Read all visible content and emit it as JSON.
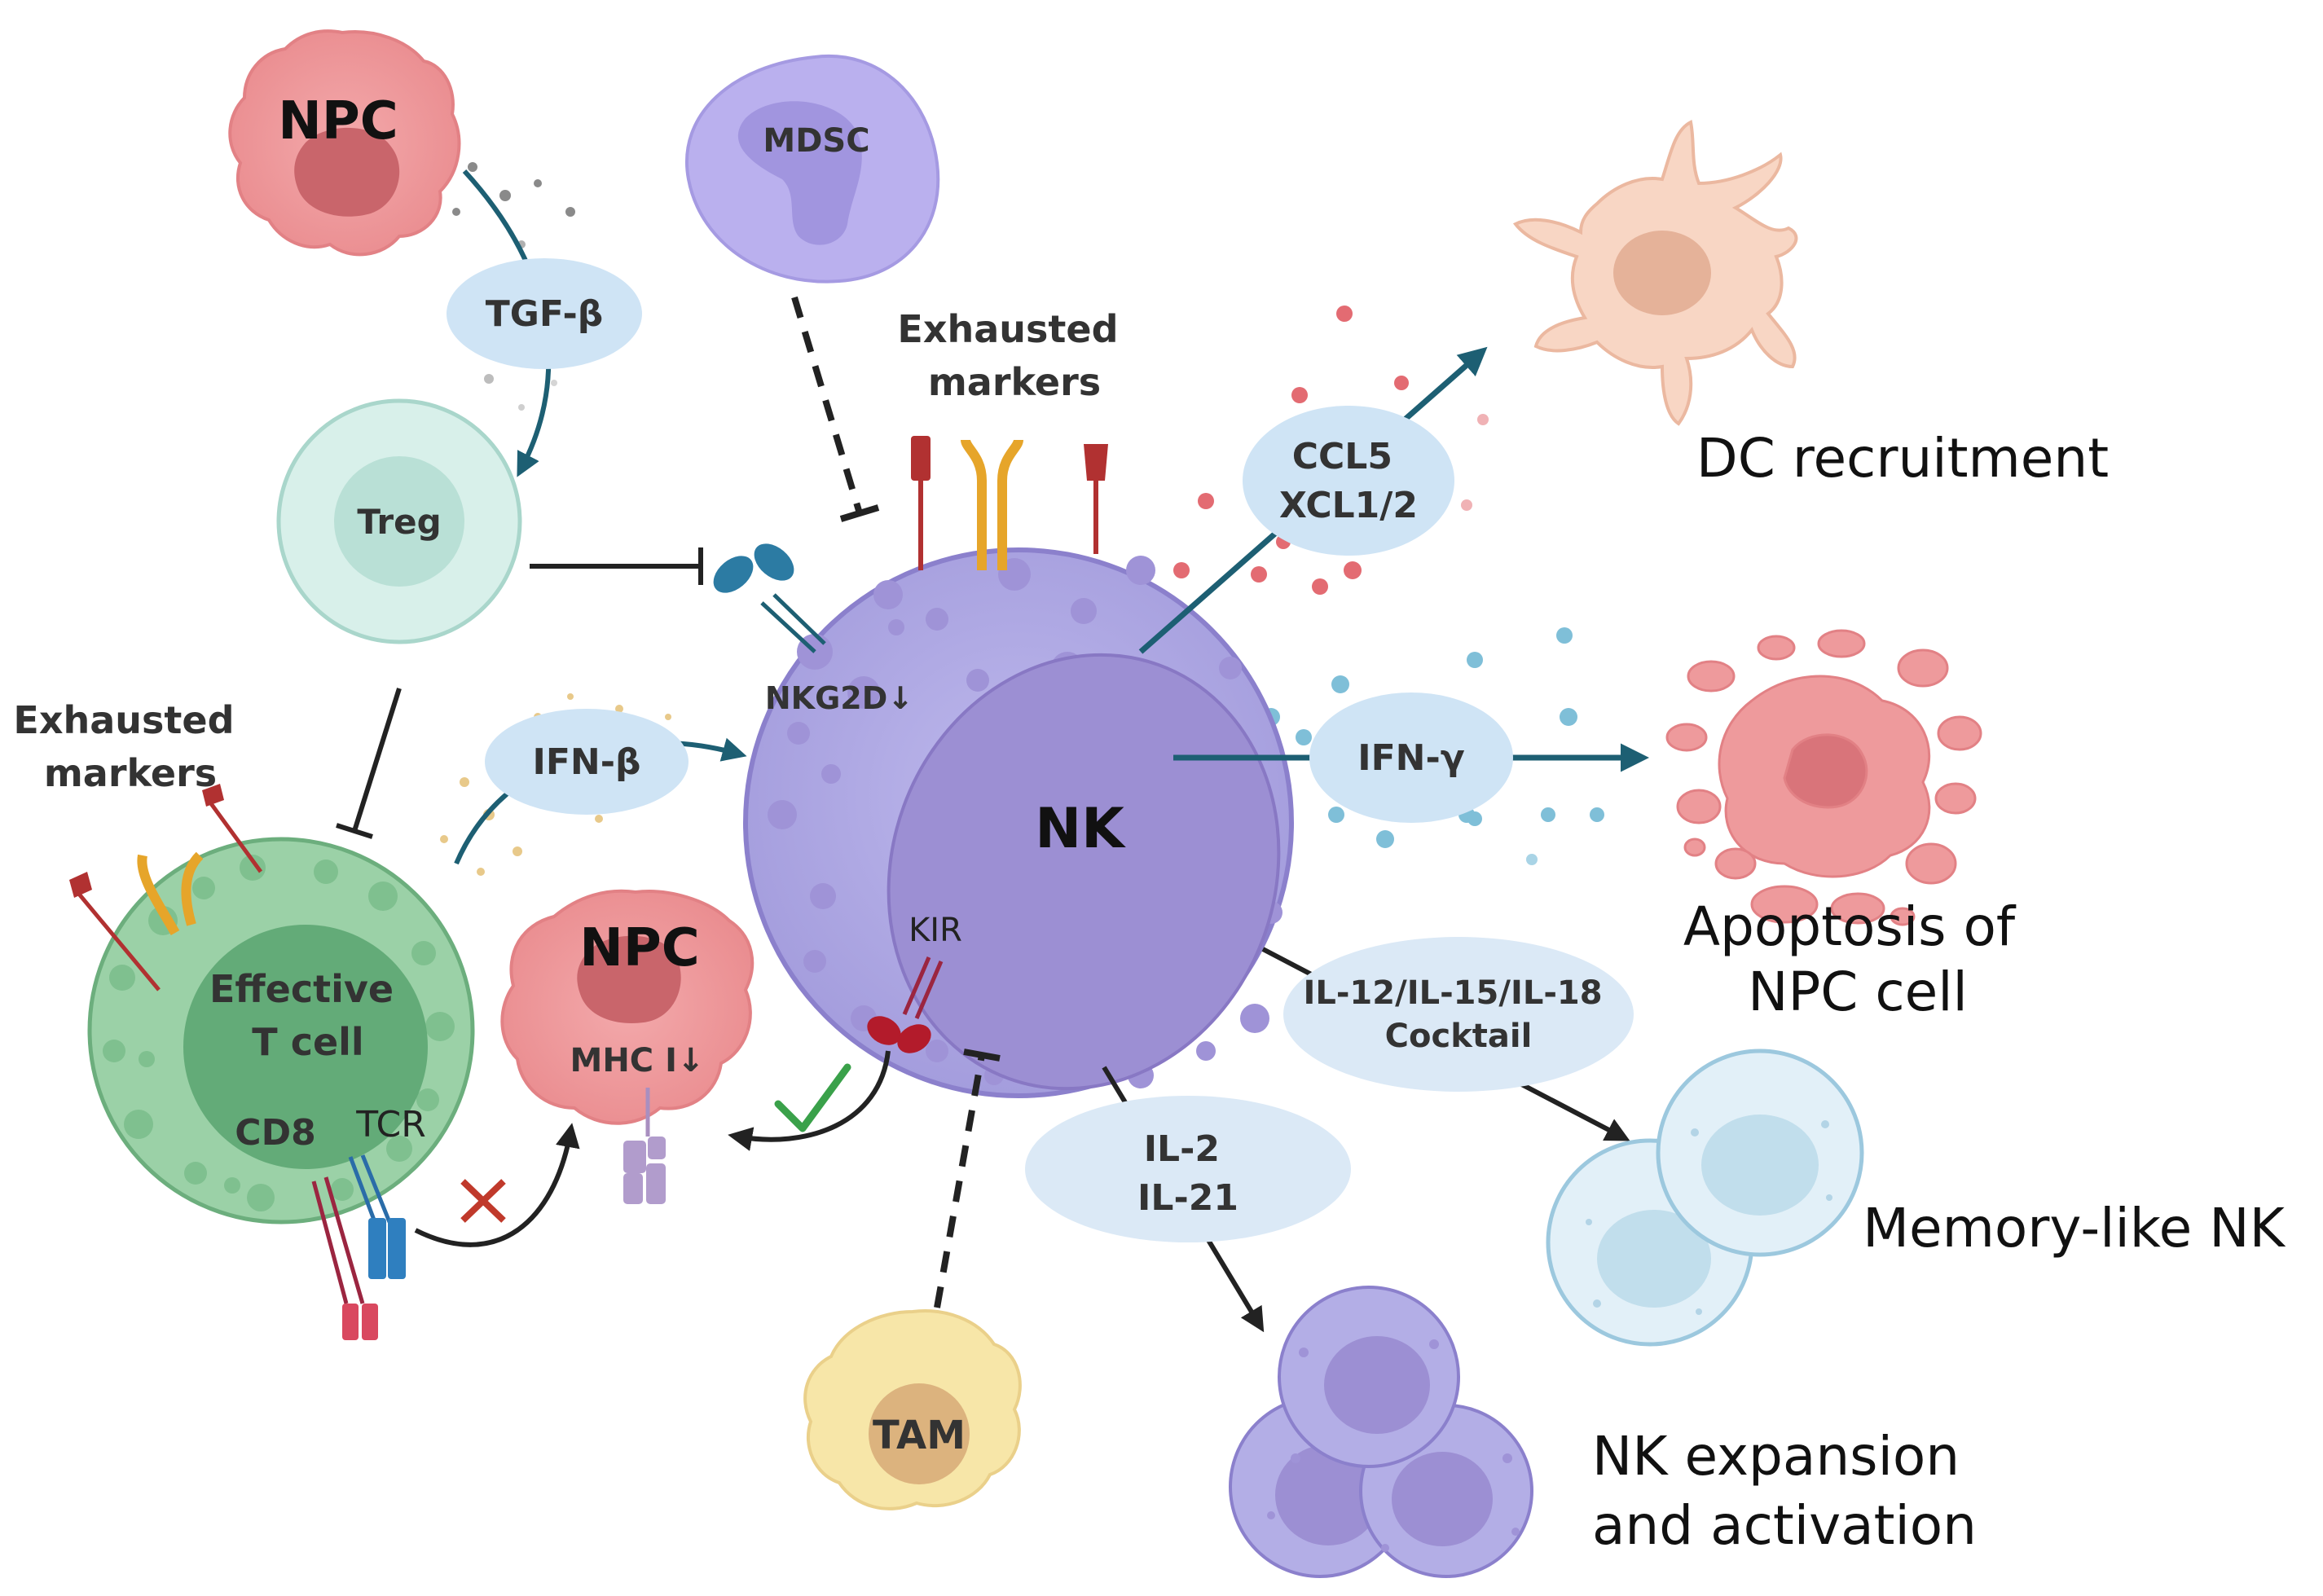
{
  "labels": {
    "npc_top": "NPC",
    "mdsc": "MDSC",
    "tgf": "TGF-β",
    "treg": "Treg",
    "exhausted_top": [
      "Exhausted",
      "markers"
    ],
    "exhausted_left": [
      "Exhausted",
      "markers"
    ],
    "ifn_beta": "IFN-β",
    "nkg2d": "NKG2D↓",
    "nk": "NK",
    "kir": "KIR",
    "npc_mid": "NPC",
    "mhc": "MHC I↓",
    "effective_t": [
      "Effective",
      "T cell"
    ],
    "cd8": "CD8",
    "tcr": "TCR",
    "ccl5": [
      "CCL5",
      "XCL1/2"
    ],
    "dc_recruitment": "DC recruitment",
    "ifn_gamma": "IFN-γ",
    "apoptosis": [
      "Apoptosis of",
      "NPC cell"
    ],
    "cocktail": [
      "IL-12/IL-15/IL-18",
      "Cocktail"
    ],
    "memory_nk": "Memory-like NK",
    "il2": [
      "IL-2",
      "IL-21"
    ],
    "tam": "TAM",
    "nk_expansion": [
      "NK expansion",
      "and activation"
    ]
  },
  "colors": {
    "nk_cell": "#b3aee6",
    "nk_nucleus": "#9b8fd1",
    "npc": "#ee9a9c",
    "mdsc": "#b8acec",
    "treg": "#d6efe9",
    "t_cell": "#8cc79c",
    "dc": "#f6d2bf",
    "tam": "#f6e4a4",
    "cytokine_bubble": "#cfe4f5",
    "arrow_teal": "#1d5f73",
    "inhibit": "#222222"
  }
}
